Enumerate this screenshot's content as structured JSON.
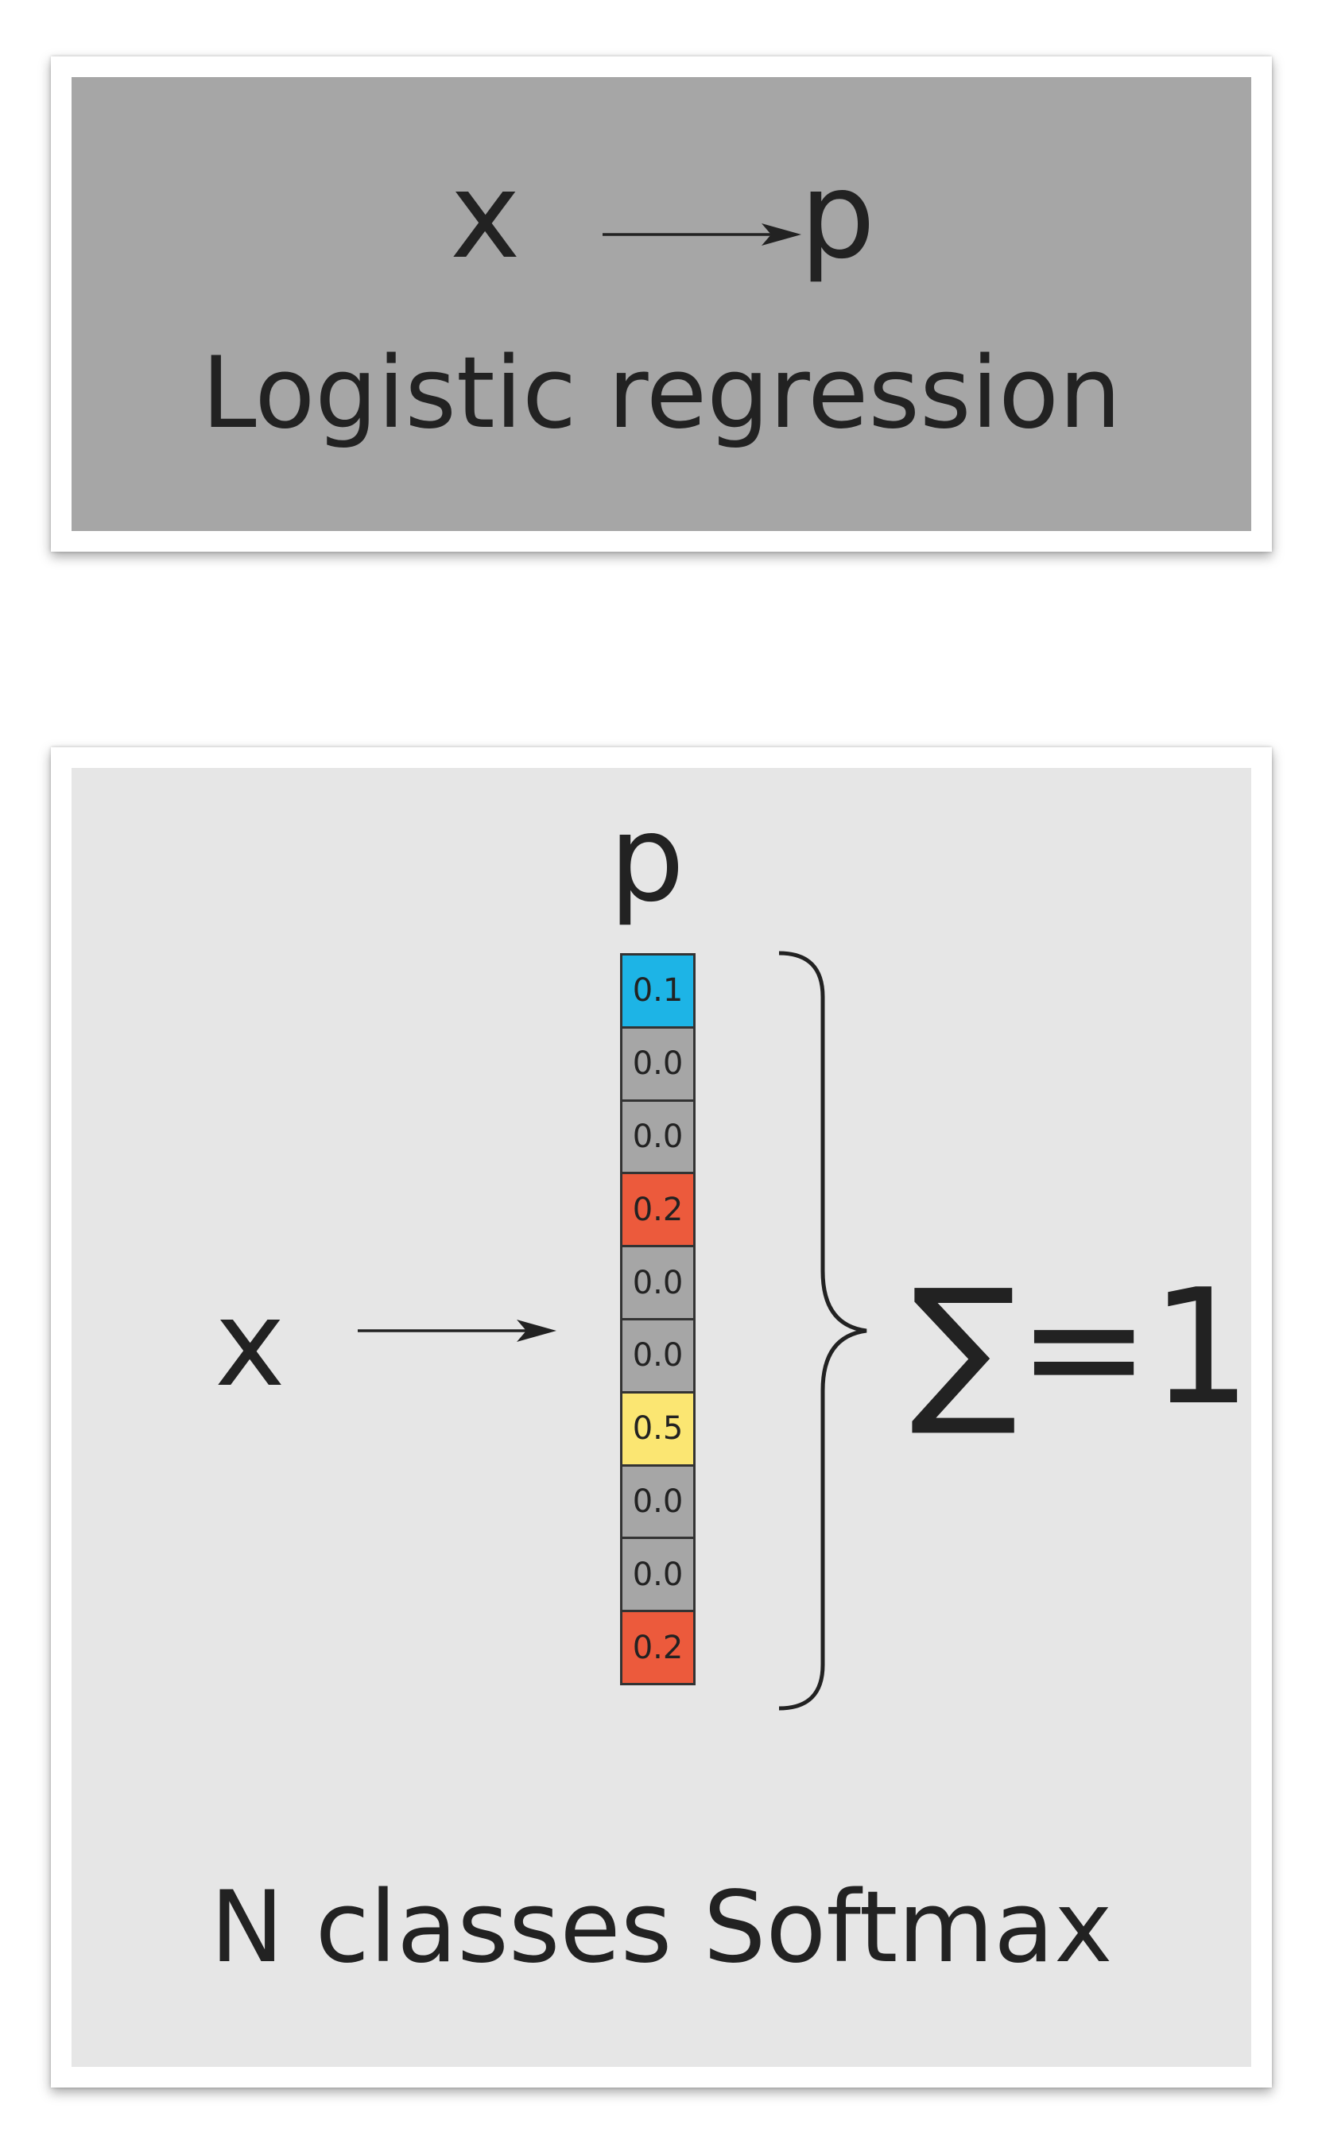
{
  "top_panel": {
    "input_label": "x",
    "output_label": "p",
    "title": "Logistic regression",
    "background": "#a6a6a6"
  },
  "bottom_panel": {
    "input_label": "x",
    "output_label": "p",
    "sum_label": "∑=1",
    "title": "N classes Softmax",
    "background": "#e6e6e6",
    "cells": [
      {
        "value": "0.1",
        "color": "#1db4e6"
      },
      {
        "value": "0.0",
        "color": "#a6a6a6"
      },
      {
        "value": "0.0",
        "color": "#a6a6a6"
      },
      {
        "value": "0.2",
        "color": "#ec5a3c"
      },
      {
        "value": "0.0",
        "color": "#a6a6a6"
      },
      {
        "value": "0.0",
        "color": "#a6a6a6"
      },
      {
        "value": "0.5",
        "color": "#fbe672"
      },
      {
        "value": "0.0",
        "color": "#a6a6a6"
      },
      {
        "value": "0.0",
        "color": "#a6a6a6"
      },
      {
        "value": "0.2",
        "color": "#ec5a3c"
      }
    ]
  }
}
